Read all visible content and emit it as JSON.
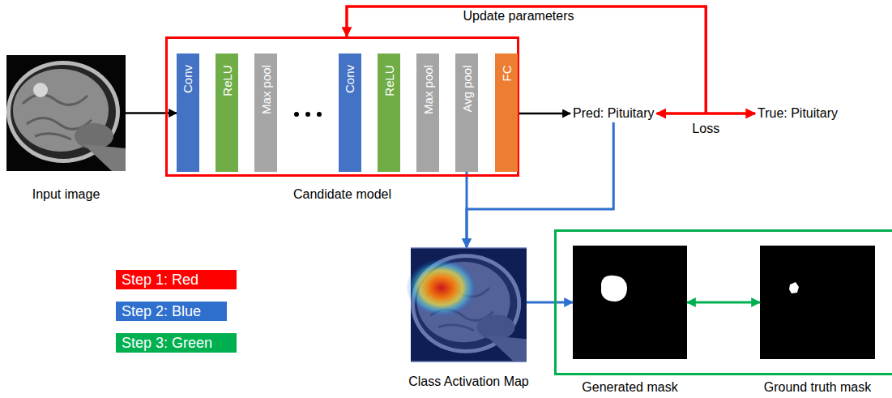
{
  "diagram": {
    "nodes": [
      {
        "text": [
          "Input image"
        ]
      },
      {
        "text": [
          "Candidate model"
        ]
      },
      {
        "text": [
          "Conv"
        ],
        "in": 1
      },
      {
        "text": [
          "ReLU"
        ],
        "in": 1
      },
      {
        "text": [
          "Max pool"
        ],
        "in": 1
      },
      {
        "text": [
          "Conv"
        ],
        "in": 1
      },
      {
        "text": [
          "ReLU"
        ],
        "in": 1
      },
      {
        "text": [
          "Max pool"
        ],
        "in": 1
      },
      {
        "text": [
          "Avg pool"
        ],
        "in": 1
      },
      {
        "text": [
          "FC"
        ],
        "in": 1
      },
      {
        "text": [
          "Pred: Pituitary"
        ]
      },
      {
        "text": [
          "True: Pituitary"
        ]
      },
      {
        "text": [
          "Class Activation Map"
        ]
      },
      {
        "text": []
      },
      {
        "text": [
          "Generated mask"
        ],
        "in": 13
      },
      {
        "text": [
          "Ground truth mask"
        ],
        "in": 13
      }
    ],
    "edges": [
      {
        "from": 0,
        "to": 2,
        "arrow": "to"
      },
      {
        "from": 9,
        "to": 10,
        "arrow": "to"
      },
      {
        "from": 10,
        "to": 11,
        "arrow": "both",
        "label": "Loss"
      },
      {
        "from": 11,
        "to": 1,
        "arrow": "to",
        "label": "Update parameters"
      },
      {
        "from": 8,
        "to": 12,
        "arrow": "to"
      },
      {
        "from": 10,
        "to": 12,
        "arrow": "to"
      },
      {
        "from": 12,
        "to": 14,
        "arrow": "to"
      },
      {
        "from": 14,
        "to": 15,
        "arrow": "both"
      }
    ],
    "legend": [
      {
        "text": "Step 1: Red",
        "color": "#ff0000"
      },
      {
        "text": "Step 2: Blue",
        "color": "#2f6fce"
      },
      {
        "text": "Step 3: Green",
        "color": "#00b050"
      }
    ]
  }
}
